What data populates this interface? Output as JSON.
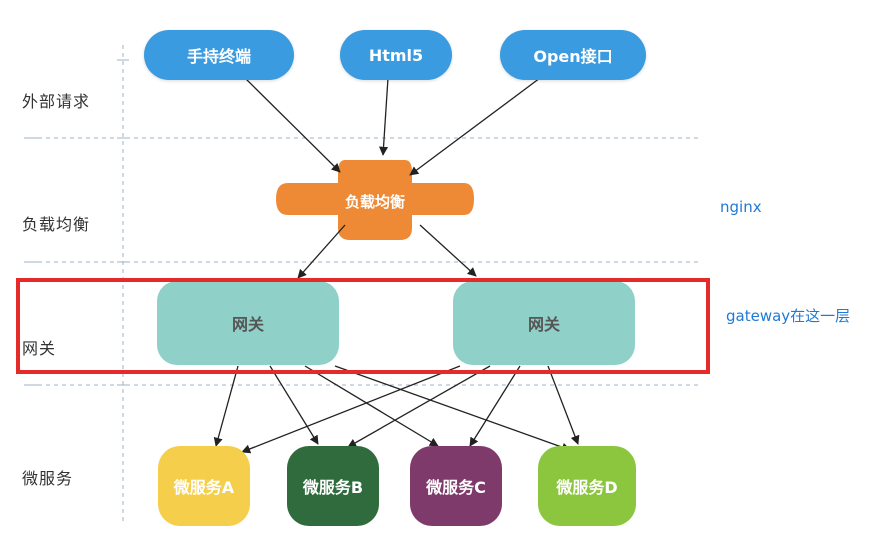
{
  "layers": {
    "external": "外部请求",
    "load_balance": "负载均衡",
    "gateway": "网关",
    "services": "微服务"
  },
  "clients": [
    "手持终端",
    "Html5",
    "Open接口"
  ],
  "load_balancer": {
    "label": "负载均衡"
  },
  "gateways": [
    "网关",
    "网关"
  ],
  "services": [
    {
      "label": "微服务A",
      "color": "#f5cf4b"
    },
    {
      "label": "微服务B",
      "color": "#2f6b3c"
    },
    {
      "label": "微服务C",
      "color": "#7d3a6a"
    },
    {
      "label": "微服务D",
      "color": "#8cc63f"
    }
  ],
  "notes": {
    "nginx": "nginx",
    "gateway": "gateway在这一层"
  },
  "colors": {
    "client": "#3a9be0",
    "load_balancer": "#ee8a36",
    "gateway": "#8fd1c9",
    "highlight": "#e52a2a",
    "note": "#1f7ad6"
  }
}
